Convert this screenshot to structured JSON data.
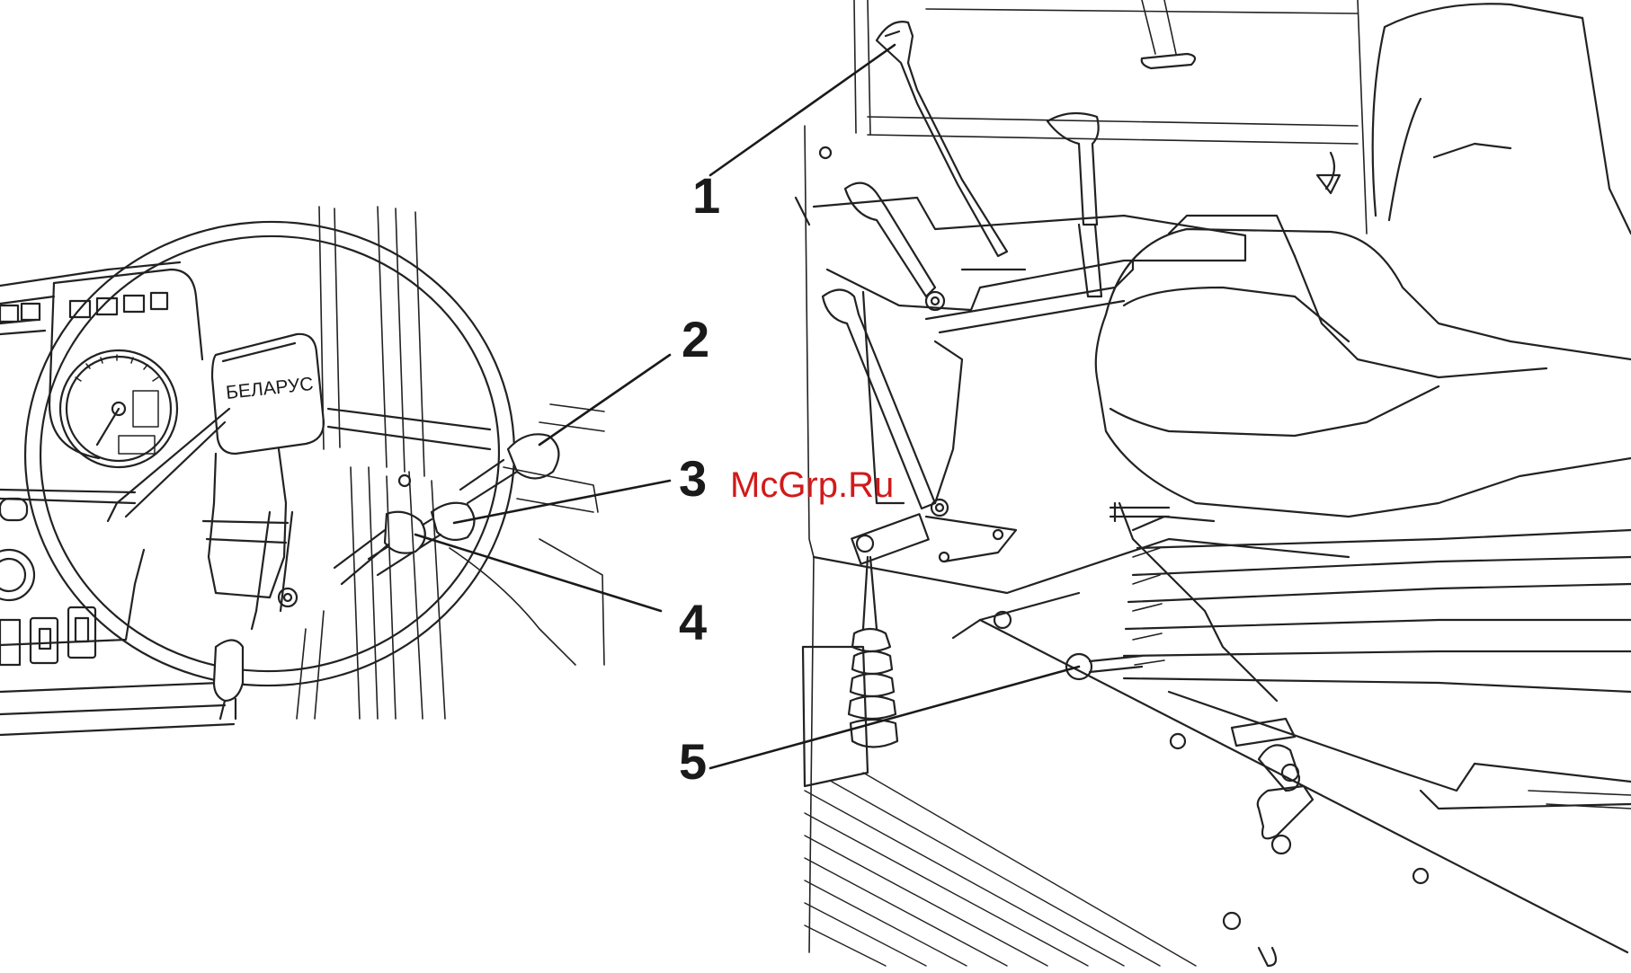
{
  "watermark": "McGrp.Ru",
  "steering_wheel_brand": "БЕЛАРУС",
  "callouts": [
    "1",
    "2",
    "3",
    "4",
    "5"
  ],
  "colors": {
    "line": "#222222",
    "watermark": "#d11a1a",
    "background": "#ffffff"
  }
}
